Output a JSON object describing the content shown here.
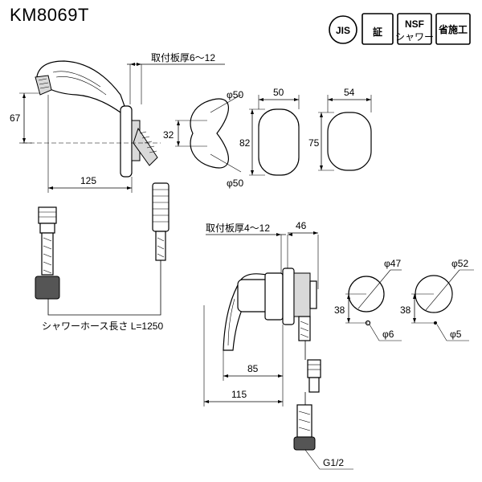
{
  "title": "KM8069T",
  "badges": {
    "jis": "JIS",
    "sho": "証",
    "nsf_line1": "NSF",
    "nsf_line2": "シャワー",
    "shosekou": "省施工"
  },
  "shower": {
    "plate_thickness": "取付板厚6～12",
    "dim_height": "67",
    "dim_width": "125",
    "hose_length": "シャワーホース長さ L=1250",
    "hole_top": "φ50",
    "hole_bottom": "φ50",
    "hole_pitch": "32",
    "plate_width": "50",
    "plate_height": "82",
    "cover_width": "54",
    "cover_height": "75"
  },
  "mixer": {
    "plate_thickness": "取付板厚4～12",
    "dim_depth": "46",
    "dim_85": "85",
    "dim_115": "115",
    "thread": "G1/2",
    "hole_a_dia": "φ47",
    "hole_a_offset": "38",
    "hole_a_pin": "φ6",
    "hole_b_dia": "φ52",
    "hole_b_offset": "38",
    "hole_b_pin": "φ5"
  }
}
